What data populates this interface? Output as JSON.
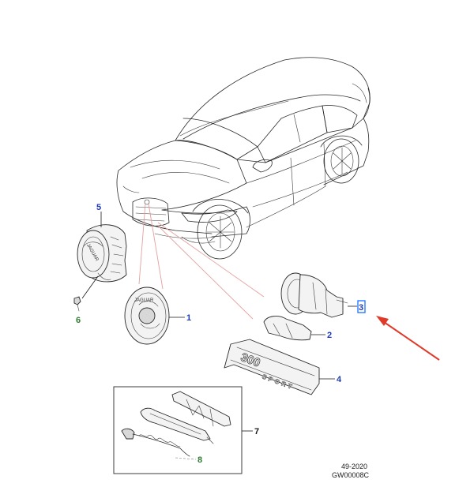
{
  "callouts": {
    "c1": "1",
    "c2": "2",
    "c3": "3",
    "c4": "4",
    "c5": "5",
    "c6": "6",
    "c7": "7",
    "c8": "8"
  },
  "badge_text": {
    "num": "300",
    "word": "SPORT"
  },
  "footer": {
    "year": "49-2020",
    "code": "GW00008C"
  },
  "colors": {
    "callout_blue": "#1f3bb3",
    "callout_green": "#2f7d32",
    "callout_dark": "#1a1a1a",
    "highlight_blue": "#2b7bff",
    "arrow_red": "#e03a2a",
    "leader_red": "#e6a0a0"
  }
}
